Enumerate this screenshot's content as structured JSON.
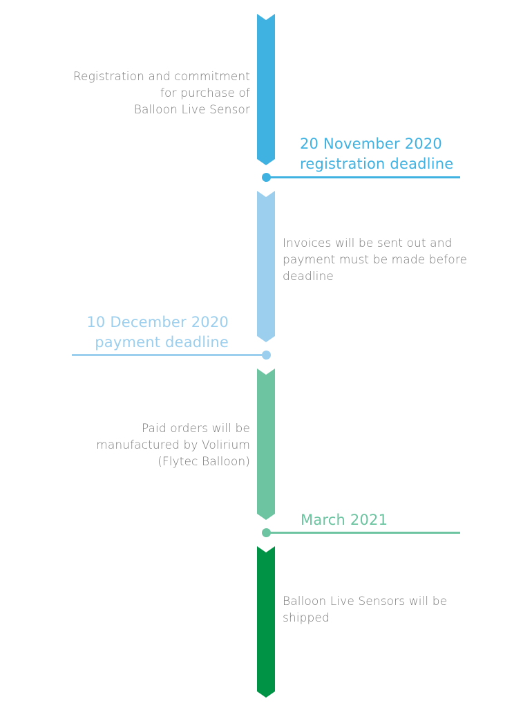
{
  "colors": {
    "step1": "#40b2e2",
    "step2": "#9ccfee",
    "step3": "#6cc4a1",
    "step4": "#009245",
    "text": "#7a7a7a"
  },
  "steps": [
    {
      "lines": [
        "Registration and commitment",
        "for purchase of",
        "Balloon Live Sensor"
      ]
    },
    {
      "lines": [
        "Invoices will be sent out and",
        "payment must be made before",
        "deadline"
      ]
    },
    {
      "lines": [
        "Paid orders will be",
        "manufactured by Volirium",
        "(Flytec Balloon)"
      ]
    },
    {
      "lines": [
        "Balloon Live Sensors will be",
        "shipped"
      ]
    }
  ],
  "milestones": [
    {
      "lines": [
        "20 November 2020",
        "registration deadline"
      ]
    },
    {
      "lines": [
        "10 December 2020",
        "payment deadline"
      ]
    },
    {
      "lines": [
        "March 2021"
      ]
    }
  ]
}
